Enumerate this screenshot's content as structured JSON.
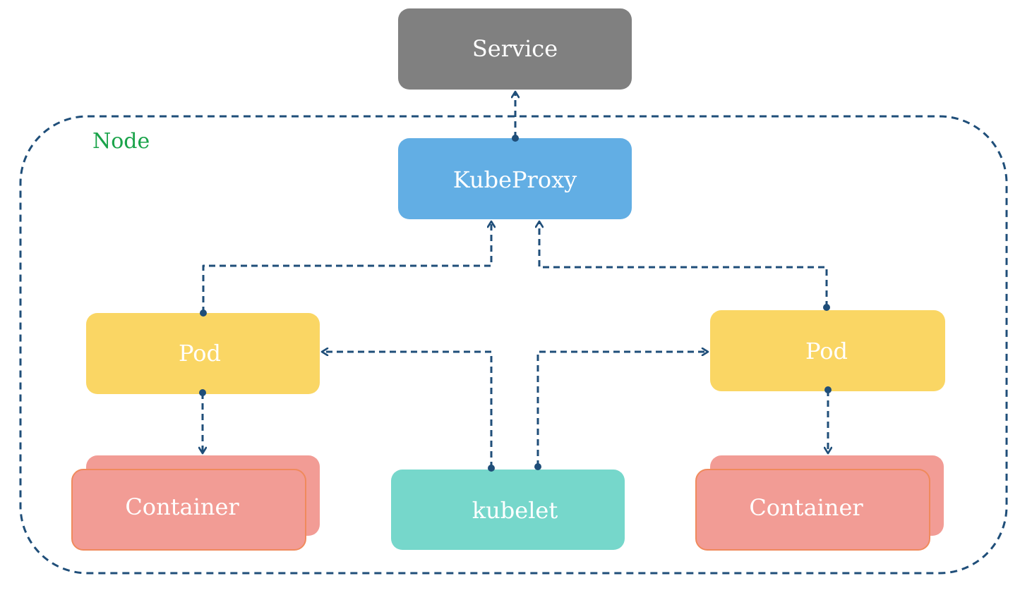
{
  "colors": {
    "service": "#808080",
    "kubeproxy": "#62aee4",
    "pod": "#fad664",
    "container": "#f29c95",
    "container_border": "#f08a5c",
    "kubelet": "#76d7cb",
    "connector": "#1f4e79",
    "node_label": "#1aa34a"
  },
  "node": {
    "label": "Node"
  },
  "boxes": {
    "service": "Service",
    "kubeproxy": "KubeProxy",
    "pod_left": "Pod",
    "pod_right": "Pod",
    "container_left": "Container",
    "container_right": "Container",
    "kubelet": "kubelet"
  }
}
